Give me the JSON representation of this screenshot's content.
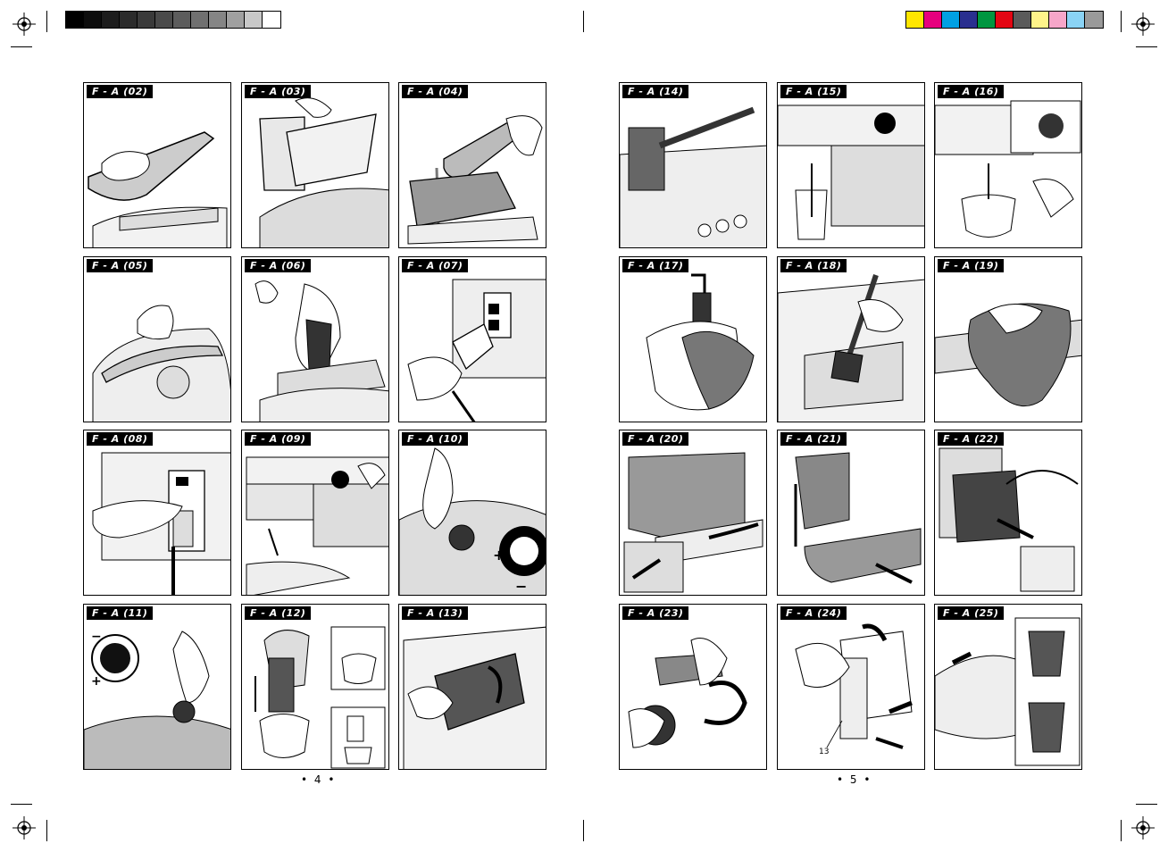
{
  "left_page": {
    "page_number": "•  4  •",
    "panels": [
      {
        "label": "F - A (02)",
        "scene": "hand-lid"
      },
      {
        "label": "F - A (03)",
        "scene": "remove-tank"
      },
      {
        "label": "F - A (04)",
        "scene": "fill-water"
      },
      {
        "label": "F - A (05)",
        "scene": "open-bean-lid"
      },
      {
        "label": "F - A (06)",
        "scene": "pour-beans"
      },
      {
        "label": "F - A (07)",
        "scene": "plug-cable"
      },
      {
        "label": "F - A (08)",
        "scene": "power-switch"
      },
      {
        "label": "F - A (09)",
        "scene": "dispense"
      },
      {
        "label": "F - A (10)",
        "scene": "grind-knob"
      },
      {
        "label": "F - A (11)",
        "scene": "grind-dial"
      },
      {
        "label": "F - A (12)",
        "scene": "spout-height"
      },
      {
        "label": "F - A (13)",
        "scene": "grounds-drawer"
      }
    ]
  },
  "right_page": {
    "page_number": "•  5  •",
    "panels": [
      {
        "label": "F - A (14)",
        "scene": "drip-tray-brush"
      },
      {
        "label": "F - A (15)",
        "scene": "hot-water-glass"
      },
      {
        "label": "F - A (16)",
        "scene": "steam-cup"
      },
      {
        "label": "F - A (17)",
        "scene": "clean-nozzle"
      },
      {
        "label": "F - A (18)",
        "scene": "brush-clean"
      },
      {
        "label": "F - A (19)",
        "scene": "wipe-tray"
      },
      {
        "label": "F - A (20)",
        "scene": "remove-tray"
      },
      {
        "label": "F - A (21)",
        "scene": "slide-tray"
      },
      {
        "label": "F - A (22)",
        "scene": "brew-unit-out"
      },
      {
        "label": "F - A (23)",
        "scene": "filter-twist"
      },
      {
        "label": "F - A (24)",
        "scene": "brew-unit-lever",
        "callout": "13"
      },
      {
        "label": "F - A (25)",
        "scene": "rinse-unit"
      }
    ]
  },
  "print_marks": {
    "grey_swatches": [
      "#000000",
      "#0d0d0d",
      "#1c1c1c",
      "#2b2b2b",
      "#3a3a3a",
      "#4a4a4a",
      "#5c5c5c",
      "#707070",
      "#858585",
      "#a0a0a0",
      "#c8c8c8",
      "#ffffff"
    ],
    "color_swatches": [
      "#ffe600",
      "#e6007e",
      "#00a0e3",
      "#2a2f8f",
      "#009640",
      "#e30613",
      "#5a5a5a",
      "#fff48a",
      "#f6a6c9",
      "#8ad3f5",
      "#9a9a9a"
    ]
  }
}
